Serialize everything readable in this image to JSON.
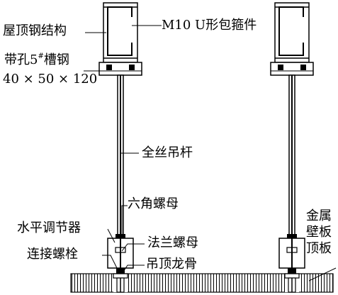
{
  "labels": {
    "roof_steel": "屋顶钢结构",
    "u_clip": "M10 U形包箍件",
    "channel_line1_a": "带孔5",
    "channel_line1_sup": "#",
    "channel_line1_b": "槽钢",
    "channel_line2": "40 × 50 × 120",
    "threaded_rod": "全丝吊杆",
    "hex_nut": "六角螺母",
    "leveler": "水平调节器",
    "flange_nut": "法兰螺母",
    "connect_bolt": "连接螺栓",
    "ceiling_keel": "吊顶龙骨",
    "metal_panel_1": "金属",
    "metal_panel_2": "壁板",
    "metal_panel_3": "顶板"
  },
  "colors": {
    "line": "#000000",
    "fill": "#ffffff"
  }
}
